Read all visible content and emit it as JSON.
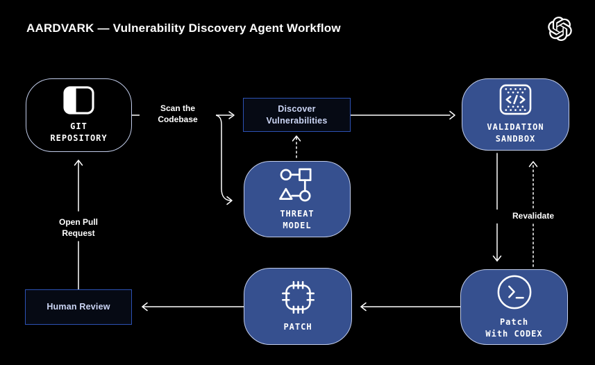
{
  "header": {
    "title": "AARDVARK — Vulnerability Discovery Agent Workflow"
  },
  "colors": {
    "background": "#000000",
    "node_fill": "#36508f",
    "node_border": "#c2cdeb",
    "outline_box_border": "#2d52b5",
    "outline_box_fill": "#060a14",
    "outline_box_text": "#ccd6f6",
    "connector": "#ffffff"
  },
  "nodes": {
    "git_repository": {
      "label1": "GIT",
      "label2": "REPOSITORY",
      "icon": "repository-icon"
    },
    "discover": {
      "label1": "Discover",
      "label2": "Vulnerabilities"
    },
    "validation_sandbox": {
      "label1": "VALIDATION",
      "label2": "SANDBOX",
      "icon": "code-sandbox-icon"
    },
    "threat_model": {
      "label1": "THREAT",
      "label2": "MODEL",
      "icon": "shapes-diagram-icon"
    },
    "patch_codex": {
      "label1": "Patch",
      "label2": "With CODEX",
      "icon": "terminal-icon"
    },
    "patch": {
      "label1": "PATCH",
      "icon": "chip-patch-icon"
    },
    "human_review": {
      "label1": "Human Review"
    }
  },
  "edges": {
    "scan_codebase": {
      "label1": "Scan the",
      "label2": "Codebase"
    },
    "open_pull_request": {
      "label1": "Open Pull",
      "label2": "Request"
    },
    "revalidate": {
      "label": "Revalidate"
    }
  }
}
